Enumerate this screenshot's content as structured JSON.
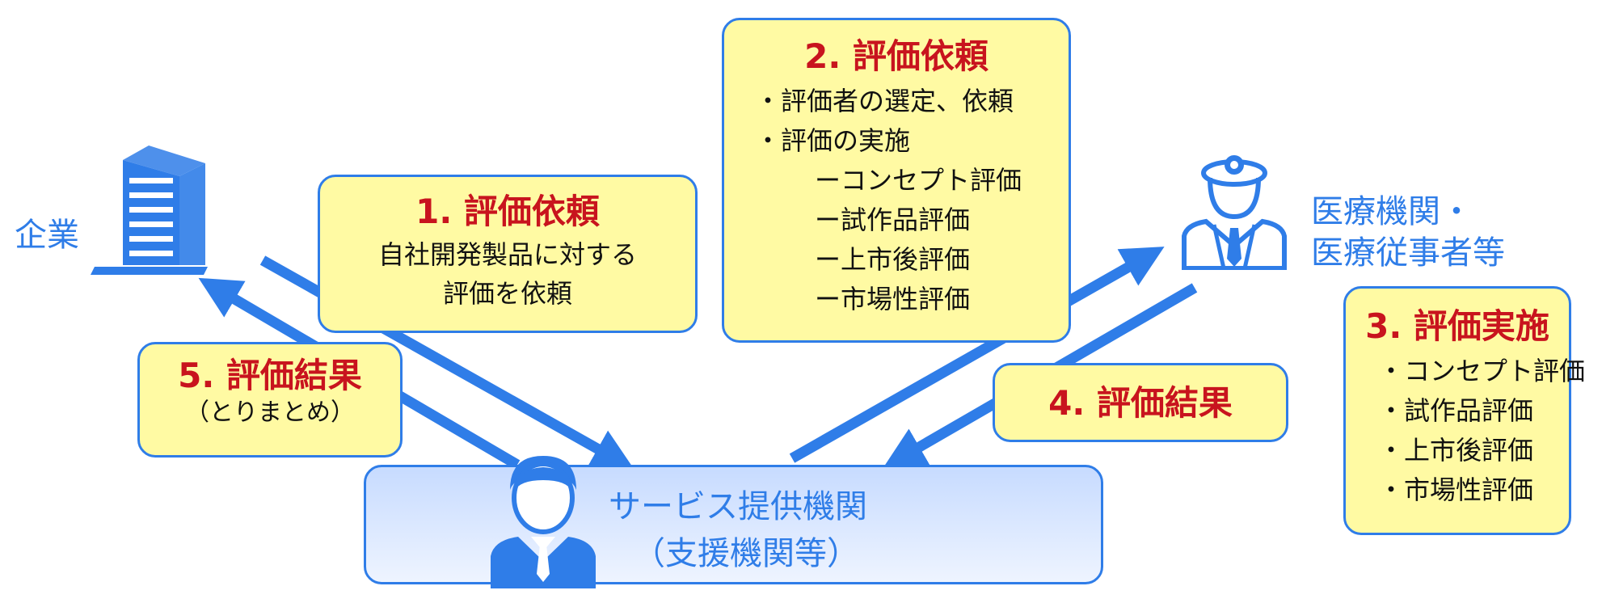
{
  "colors": {
    "accent_blue": "#2f7de8",
    "title_red": "#c8141e",
    "box_fill": "#fffaa3"
  },
  "company": {
    "label": "企業",
    "icon": "building-icon"
  },
  "medical": {
    "label_line1": "医療機関・",
    "label_line2": "医療従事者等",
    "icon": "doctor-icon"
  },
  "provider": {
    "line1": "サービス提供機関",
    "line2": "（支援機関等）",
    "icon": "businessman-icon"
  },
  "step1": {
    "title": "1. 評価依頼",
    "line1": "自社開発製品に対する",
    "line2": "評価を依頼"
  },
  "step2": {
    "title": "2. 評価依頼",
    "items": [
      "・評価者の選定、依頼",
      "・評価の実施",
      "ーコンセプト評価",
      "ー試作品評価",
      "ー上市後評価",
      "ー市場性評価"
    ]
  },
  "step3": {
    "title": "3. 評価実施",
    "items": [
      "・コンセプト評価",
      "・試作品評価",
      "・上市後評価",
      "・市場性評価"
    ]
  },
  "step4": {
    "title": "4. 評価結果"
  },
  "step5": {
    "title": "5. 評価結果",
    "sub": "（とりまとめ）"
  }
}
